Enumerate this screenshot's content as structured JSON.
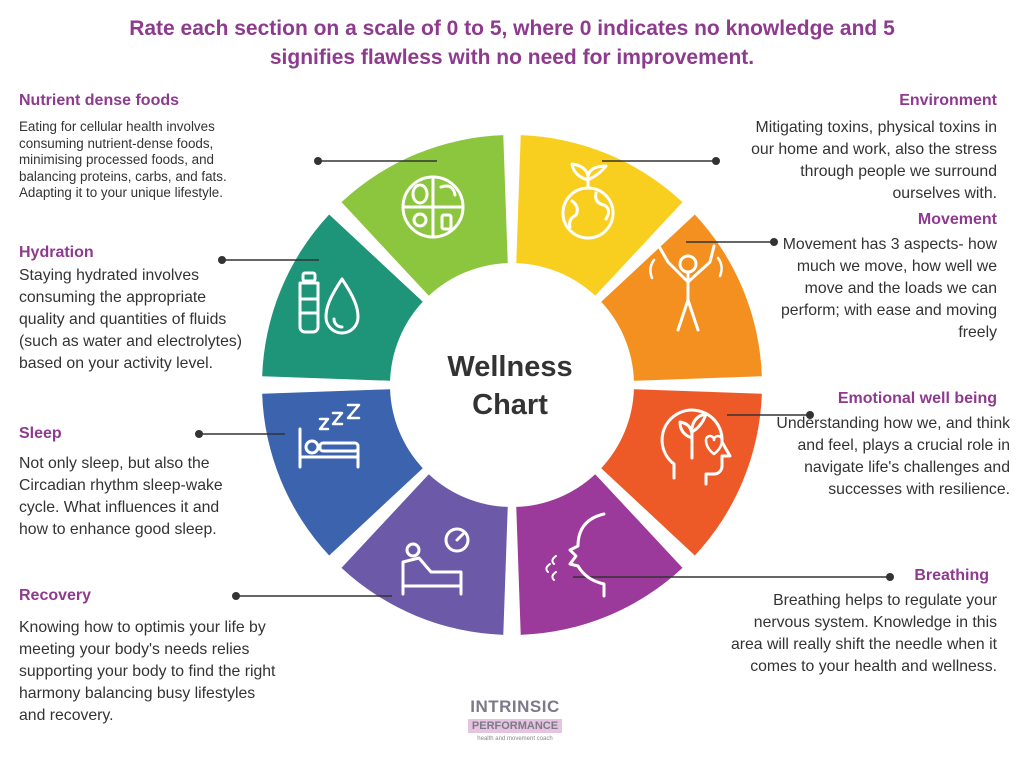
{
  "headline": {
    "line1": "Rate each section on a scale of 0 to 5, where 0 indicates no knowledge and 5",
    "line2": "signifies flawless with no need for improvement."
  },
  "center_title": {
    "line1": "Wellness",
    "line2": "Chart"
  },
  "sections": {
    "nutrient": {
      "title": "Nutrient dense foods",
      "text": "Eating for cellular health involves consuming nutrient-dense foods, minimising processed foods, and balancing proteins, carbs, and fats. Adapting it to your unique lifestyle.",
      "color": "#8cc63f",
      "icon": "plate-icon"
    },
    "hydration": {
      "title": "Hydration",
      "text": "Staying hydrated involves consuming the appropriate quality and quantities of fluids (such as water and electrolytes) based on your activity level.",
      "color": "#1e9478",
      "icon": "water-bottle-icon"
    },
    "sleep": {
      "title": "Sleep",
      "text": "Not only sleep, but also the Circadian rhythm sleep-wake cycle. What influences it and how to enhance good sleep.",
      "color": "#3b63ae",
      "icon": "sleep-bed-icon"
    },
    "recovery": {
      "title": "Recovery",
      "text": "Knowing how to optimis your life by meeting your body's needs relies supporting your body to find the right harmony balancing busy lifestyles and recovery.",
      "color": "#6c5aa8",
      "icon": "recovery-timer-icon"
    },
    "environment": {
      "title": "Environment",
      "text": "Mitigating toxins, physical toxins in our home and work, also the stress through people we surround ourselves with.",
      "color": "#f9cf1f",
      "icon": "earth-plant-icon"
    },
    "movement": {
      "title": "Movement",
      "text": "Movement has 3 aspects- how much we move, how well we move and the loads we can perform; with ease and moving freely",
      "color": "#f39020",
      "icon": "person-moving-icon"
    },
    "emotional": {
      "title": "Emotional well being",
      "text": "Understanding how we, and think and feel, plays a crucial role in navigate life's challenges and successes with resilience.",
      "color": "#ee5a27",
      "icon": "head-heart-icon"
    },
    "breathing": {
      "title": "Breathing",
      "text": "Breathing helps to regulate your nervous system. Knowledge in this area will really shift the needle when it comes to your health and wellness.",
      "color": "#9b3a9a",
      "icon": "breathing-face-icon"
    }
  },
  "logo": {
    "line1": "INTRINSIC",
    "line2": "PERFORMANCE",
    "line3": "health and movement coach"
  }
}
